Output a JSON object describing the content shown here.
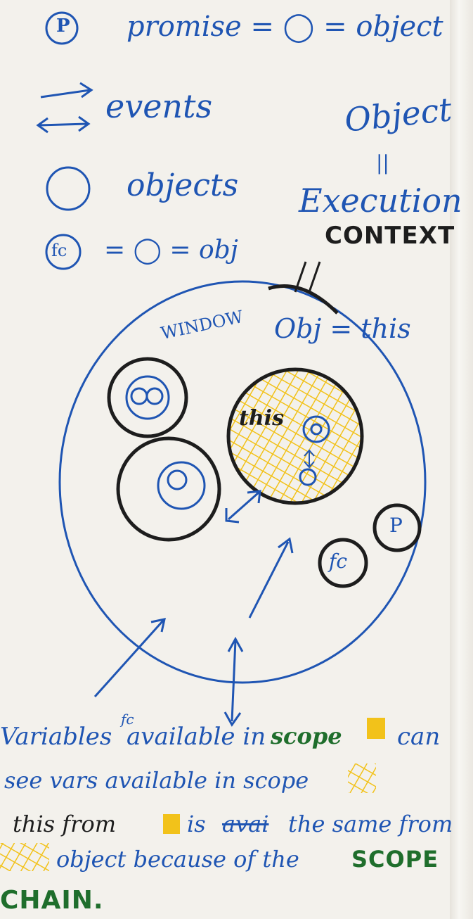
{
  "legend": {
    "promise_symbol": "P",
    "promise_line": "promise = ◯ = object",
    "events_line": "events",
    "objects_line": "objects",
    "fc_symbol": "fc",
    "fc_line": "= ◯ = obj"
  },
  "side_note": {
    "object": "Object",
    "equals": "||",
    "execution": "Execution",
    "context": "CONTEXT"
  },
  "diagram": {
    "window_label": "WINDOW",
    "obj_this": "Obj = this",
    "this_label": "this",
    "small_p": "P",
    "small_fc": "fc"
  },
  "caption": {
    "line1_a": "Variables",
    "line1_sup": "fc",
    "line1_b": "available in",
    "line1_scope": "scope",
    "line1_c": "can",
    "line2": "see vars available in scope",
    "line3_a": "this from",
    "line3_b": "is",
    "line3_strike": "avai",
    "line3_c": "the same from",
    "line4_a": "object because of the",
    "line4_scope": "SCOPE",
    "line5_chain": "CHAIN."
  },
  "colors": {
    "ink_blue": "#1f55b3",
    "ink_black": "#1d1d1d",
    "highlight_yellow": "#f2c21a",
    "ink_green": "#1f6e2c"
  }
}
